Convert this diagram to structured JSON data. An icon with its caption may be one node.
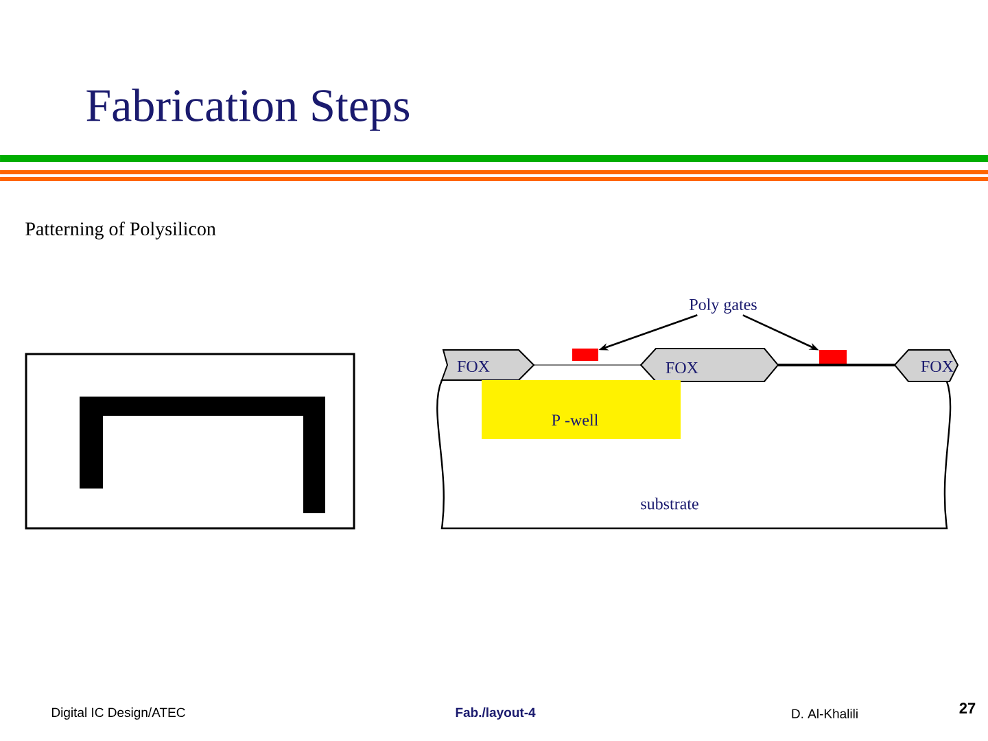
{
  "diagram": {
    "title": "Fabrication Steps",
    "nodes": [
      {
        "text": [
          "substrate"
        ]
      },
      {
        "text": [
          "FOX"
        ]
      },
      {
        "text": [
          "FOX"
        ]
      },
      {
        "text": [
          "FOX"
        ]
      },
      {
        "text": [
          "P -well"
        ],
        "in": 0
      },
      {
        "text": [
          "Poly gates"
        ]
      },
      {
        "text": [],
        "shape": "box"
      },
      {
        "text": [],
        "shape": "box"
      }
    ],
    "edges": [
      {
        "from": 5,
        "to": 6,
        "arrow": "to"
      },
      {
        "from": 5,
        "to": 7,
        "arrow": "to"
      }
    ],
    "labels": [
      "Patterning of Polysilicon",
      "Digital IC Design/ATEC",
      "Fab./layout-4",
      "D. Al-Khalili",
      "27"
    ]
  }
}
